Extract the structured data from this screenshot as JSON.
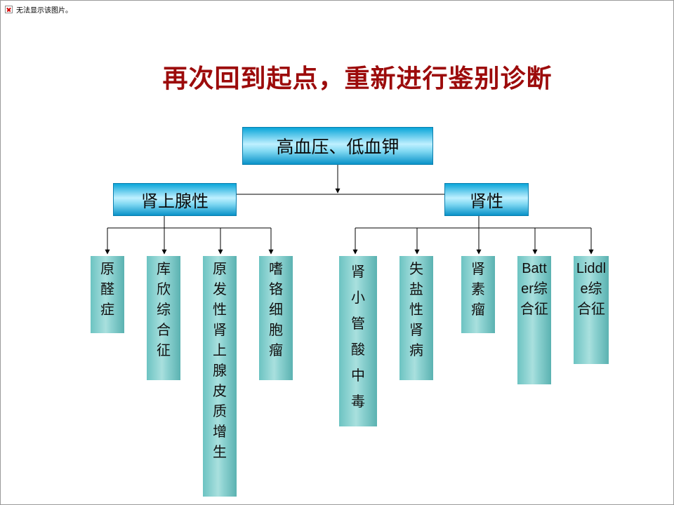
{
  "broken_image_text": "无法显示该图片。",
  "title": "再次回到起点，重新进行鉴别诊断",
  "root": "高血压、低血钾",
  "branches": {
    "adrenal": "肾上腺性",
    "renal": "肾性"
  },
  "leaves": {
    "aldosteronism": "原醛症",
    "cushing": "库欣综合征",
    "adrenal_hyperplasia": "原发性肾上腺皮质增生",
    "pheochromocytoma": "嗜铬细胞瘤",
    "rta": "肾小管酸中毒",
    "salt_losing": "失盐性肾病",
    "reninoma": "肾素瘤",
    "bartter": "Batter综合征",
    "liddle": "Liddle综合征"
  },
  "colors": {
    "title": "#9c0b0b",
    "node_blue": "#0aa6d9",
    "leaf_teal": "#6cc3c2",
    "line": "#000000"
  }
}
